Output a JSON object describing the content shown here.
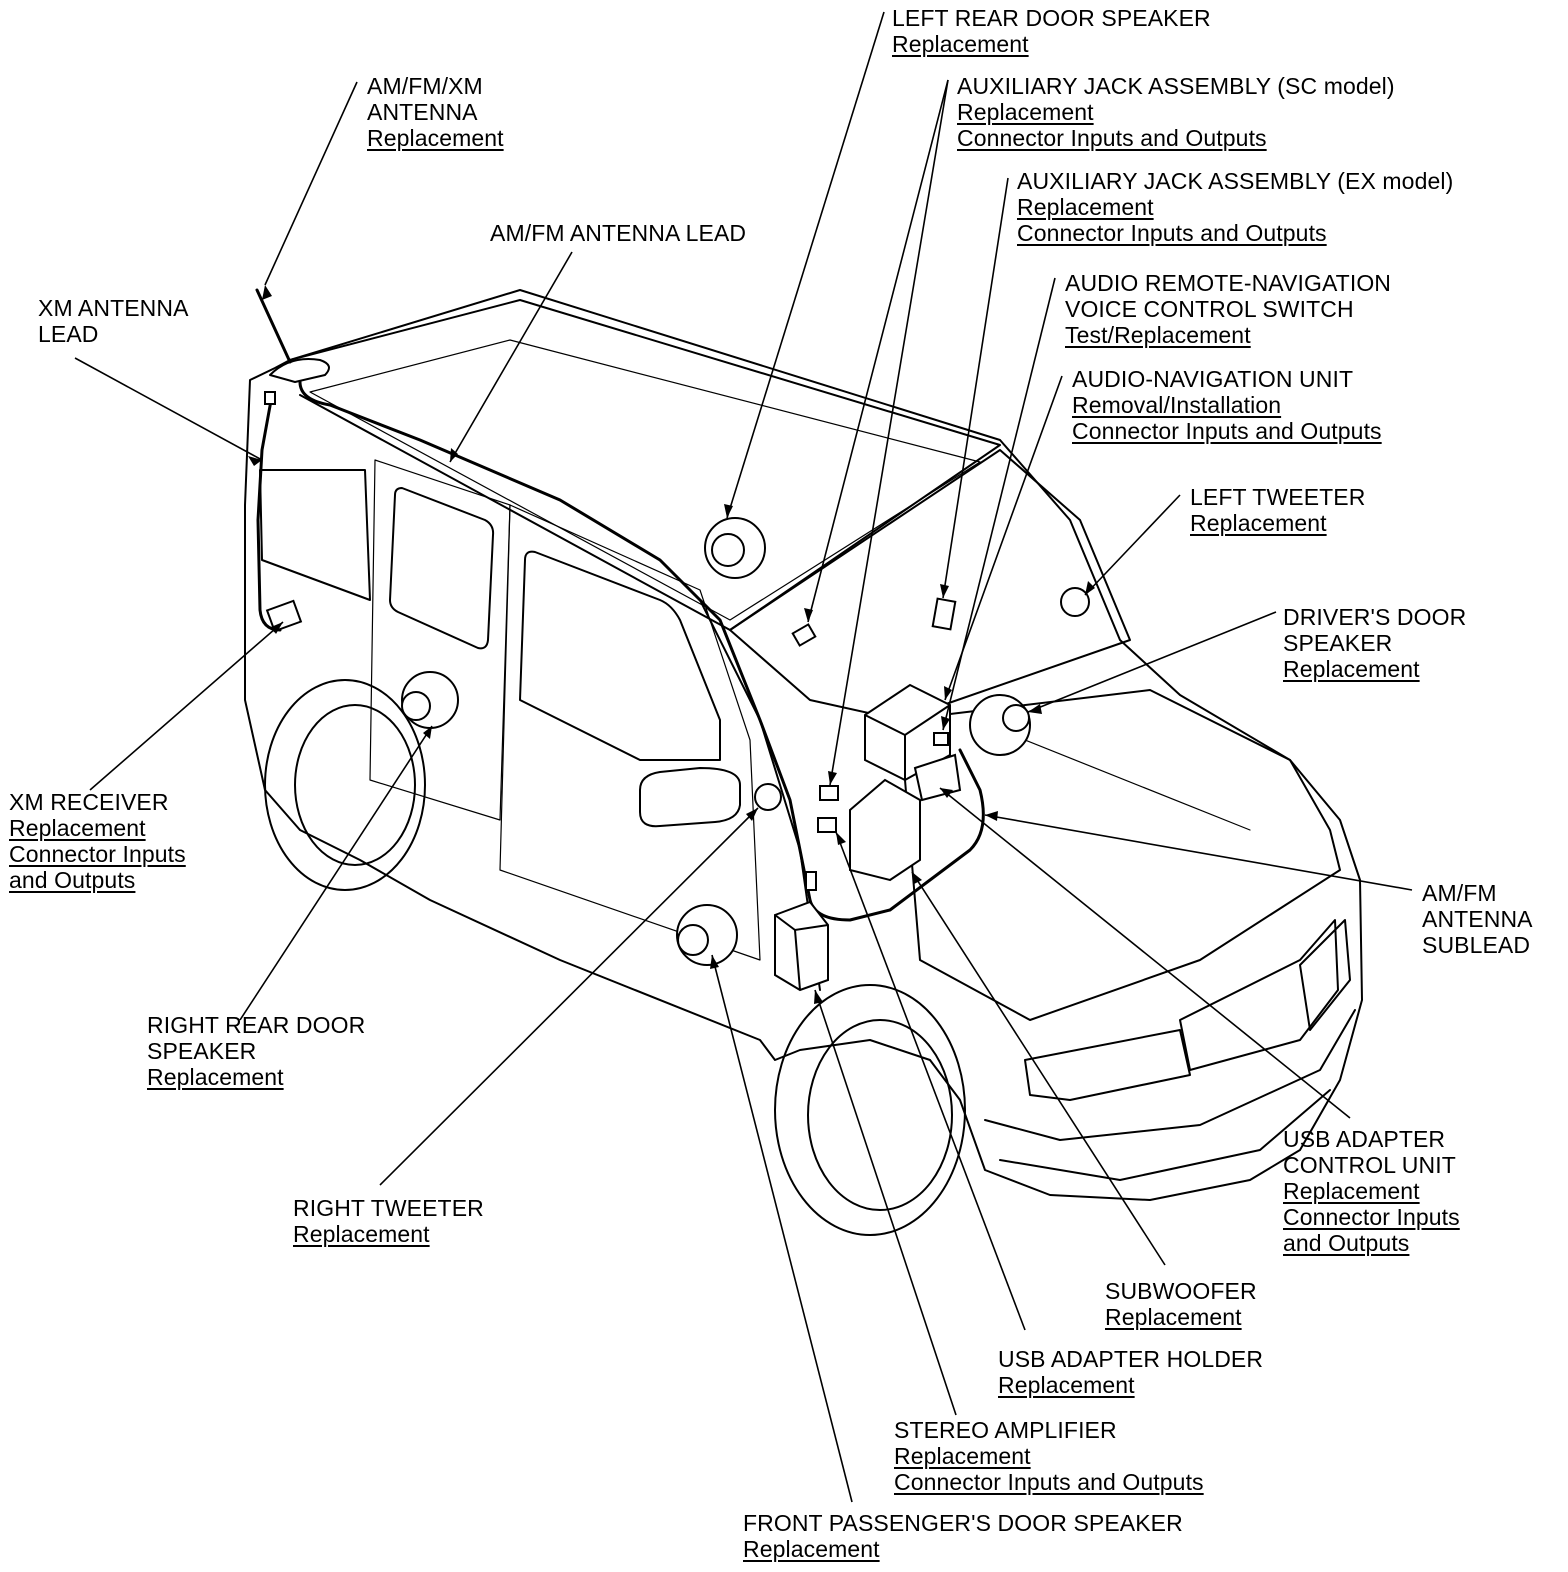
{
  "callouts": {
    "left_rear_door_speaker": {
      "title": [
        "LEFT REAR DOOR SPEAKER"
      ],
      "links": [
        "Replacement"
      ]
    },
    "aux_jack_sc": {
      "title": [
        "AUXILIARY JACK ASSEMBLY (SC model)"
      ],
      "links": [
        "Replacement",
        "Connector Inputs and Outputs"
      ]
    },
    "aux_jack_ex": {
      "title": [
        "AUXILIARY JACK ASSEMBLY (EX model)"
      ],
      "links": [
        "Replacement",
        "Connector Inputs and Outputs"
      ]
    },
    "audio_remote_switch": {
      "title": [
        "AUDIO REMOTE-NAVIGATION",
        "VOICE CONTROL SWITCH"
      ],
      "links": [
        "Test/Replacement"
      ]
    },
    "audio_nav_unit": {
      "title": [
        "AUDIO-NAVIGATION UNIT"
      ],
      "links": [
        "Removal/Installation",
        "Connector Inputs and Outputs"
      ]
    },
    "left_tweeter": {
      "title": [
        "LEFT TWEETER"
      ],
      "links": [
        "Replacement"
      ]
    },
    "drivers_door_speaker": {
      "title": [
        "DRIVER'S DOOR",
        "SPEAKER"
      ],
      "links": [
        "Replacement"
      ]
    },
    "am_fm_antenna_sublead": {
      "title": [
        "AM/FM",
        "ANTENNA",
        "SUBLEAD"
      ],
      "links": []
    },
    "usb_adapter_control_unit": {
      "title": [
        "USB ADAPTER",
        "CONTROL UNIT"
      ],
      "links": [
        "Replacement",
        "Connector Inputs",
        "and Outputs"
      ]
    },
    "subwoofer": {
      "title": [
        "SUBWOOFER"
      ],
      "links": [
        "Replacement"
      ]
    },
    "usb_adapter_holder": {
      "title": [
        "USB ADAPTER HOLDER"
      ],
      "links": [
        "Replacement"
      ]
    },
    "stereo_amplifier": {
      "title": [
        "STEREO AMPLIFIER"
      ],
      "links": [
        "Replacement",
        "Connector Inputs and Outputs"
      ]
    },
    "front_passenger_door_speaker": {
      "title": [
        "FRONT PASSENGER'S DOOR SPEAKER"
      ],
      "links": [
        "Replacement"
      ]
    },
    "right_tweeter": {
      "title": [
        "RIGHT TWEETER"
      ],
      "links": [
        "Replacement"
      ]
    },
    "right_rear_door_speaker": {
      "title": [
        "RIGHT REAR DOOR",
        "SPEAKER"
      ],
      "links": [
        "Replacement"
      ]
    },
    "xm_receiver": {
      "title": [
        "XM RECEIVER"
      ],
      "links": [
        "Replacement",
        "Connector Inputs",
        "and Outputs"
      ]
    },
    "xm_antenna_lead": {
      "title": [
        "XM ANTENNA",
        "LEAD"
      ],
      "links": []
    },
    "am_fm_xm_antenna": {
      "title": [
        "AM/FM/XM",
        "ANTENNA"
      ],
      "links": [
        "Replacement"
      ]
    },
    "am_fm_antenna_lead": {
      "title": [
        "AM/FM ANTENNA LEAD"
      ],
      "links": []
    }
  }
}
